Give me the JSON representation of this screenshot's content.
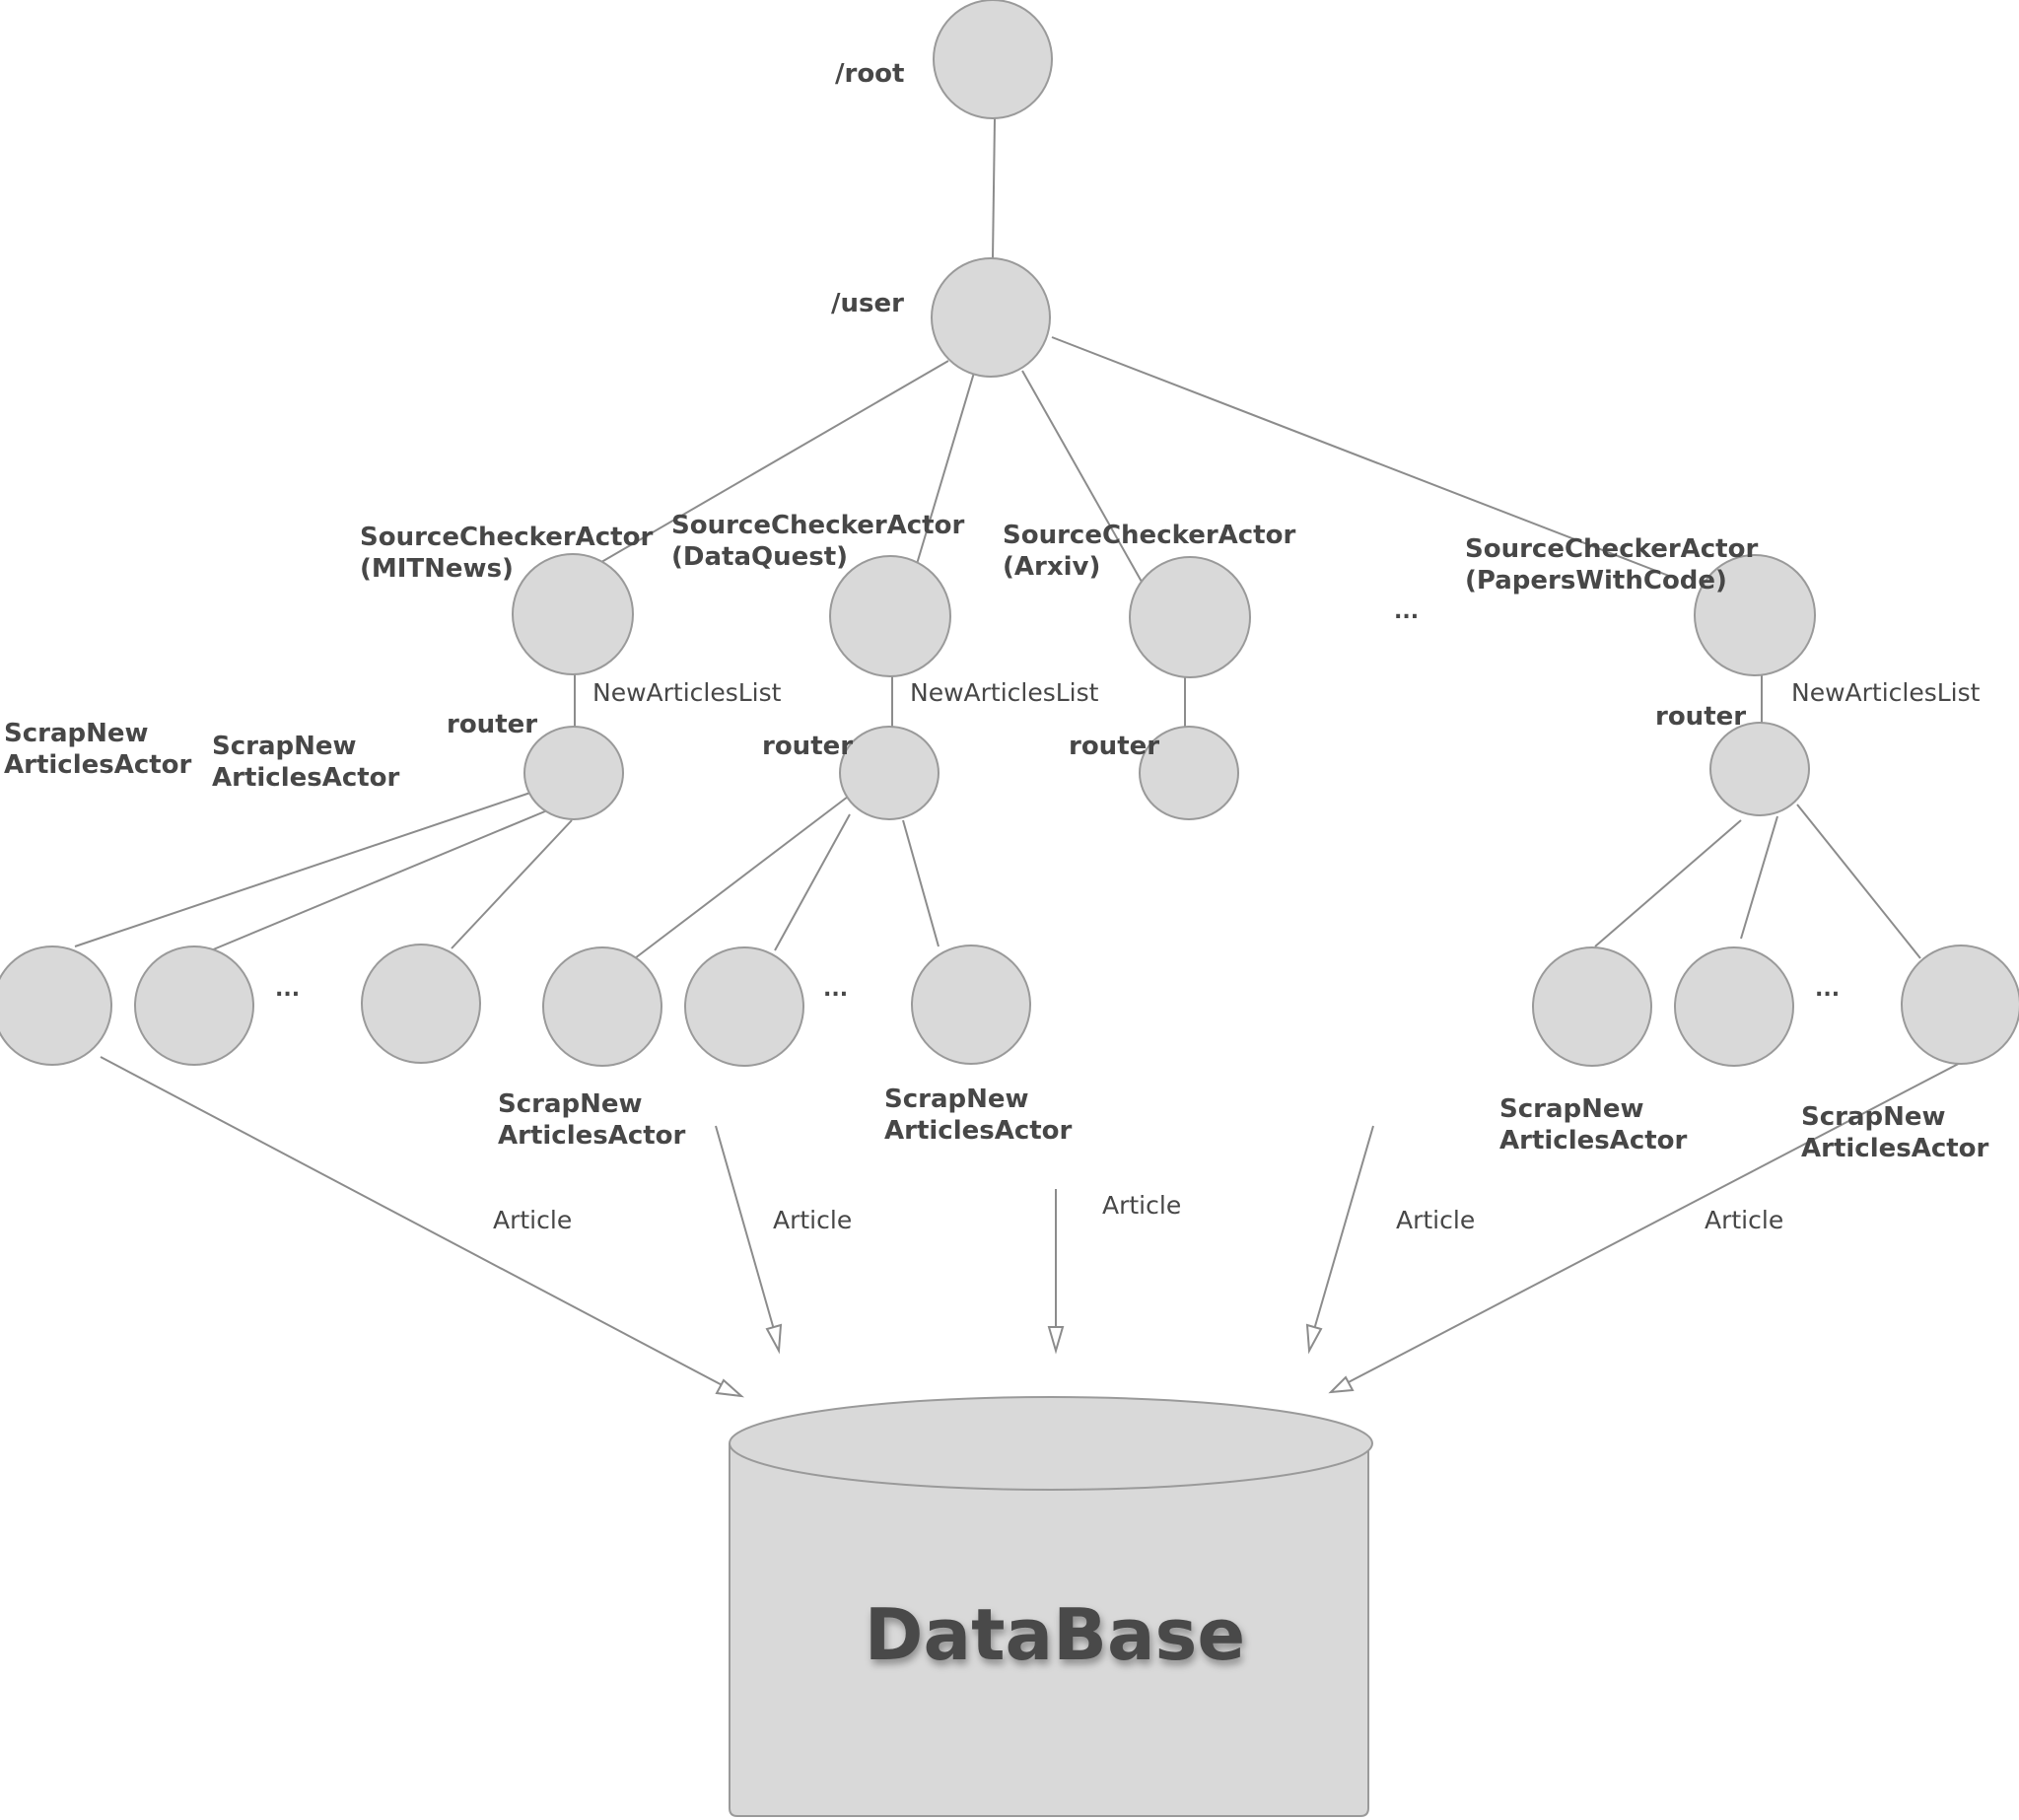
{
  "nodes": {
    "root": "/root",
    "user": "/user"
  },
  "source_checkers": [
    {
      "line1": "SourceCheckerActor",
      "line2": "(MITNews)",
      "router": "router",
      "message": "NewArticlesList"
    },
    {
      "line1": "SourceCheckerActor",
      "line2": "(DataQuest)",
      "router": "router",
      "message": "NewArticlesList"
    },
    {
      "line1": "SourceCheckerActor",
      "line2": "(Arxiv)",
      "router": "router"
    },
    {
      "line1": "SourceCheckerActor",
      "line2": "(PapersWithCode)",
      "router": "router",
      "message": "NewArticlesList"
    }
  ],
  "checker_ellipsis": "...",
  "worker_ellipsis": "...",
  "scraper": {
    "line1": "ScrapNew",
    "line2": "ArticlesActor"
  },
  "article_label": "Article",
  "database": {
    "title": "DataBase"
  }
}
